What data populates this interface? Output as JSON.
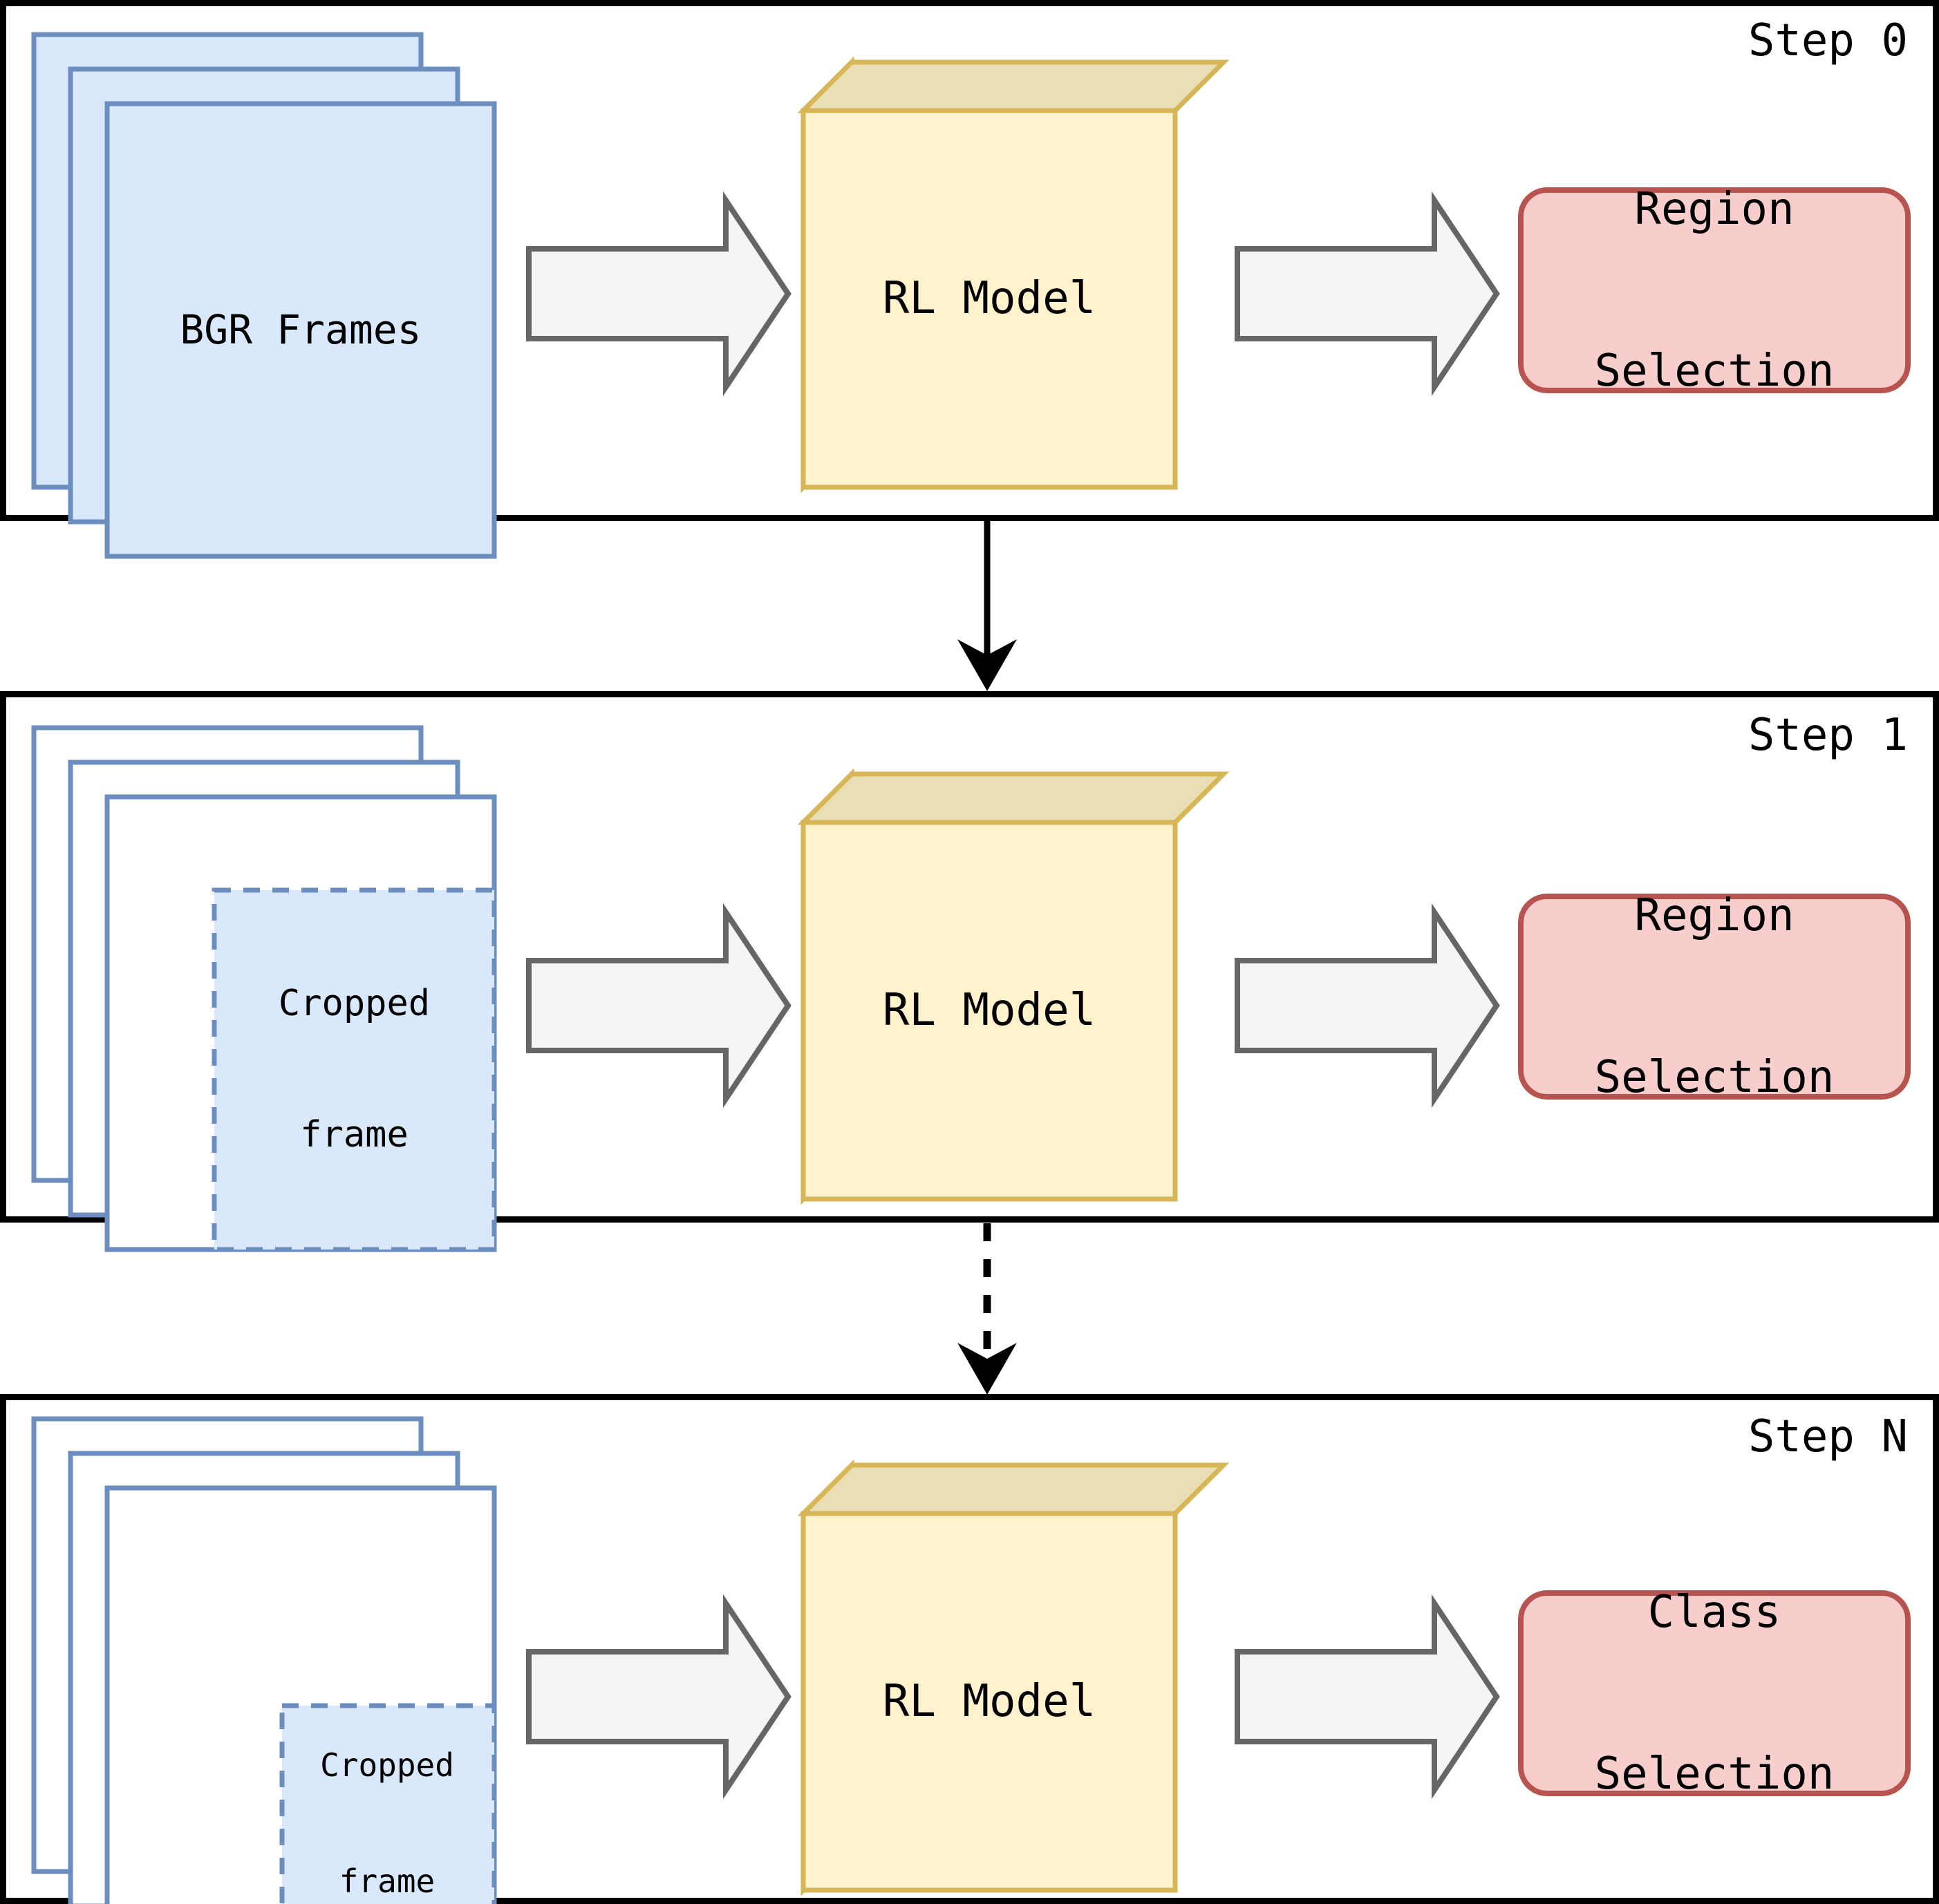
{
  "diagram": {
    "title": "RL Model iterative region/class selection pipeline",
    "colors": {
      "frame_fill": "#dae8fc",
      "frame_stroke": "#6c8ebf",
      "model_fill": "#fff2cc",
      "model_side_fill": "#eadfb4",
      "model_stroke": "#d6b656",
      "selection_fill": "#f8cecc",
      "selection_stroke": "#b85450",
      "arrow_fill": "#f5f5f5",
      "arrow_stroke": "#666666",
      "panel_stroke": "#000000"
    },
    "panels": [
      {
        "id": "step-0",
        "step_label": "Step 0",
        "input_label": "BGR Frames",
        "model_label": "RL Model",
        "output_label": "Region\nSelection",
        "output_line1": "Region",
        "output_line2": "Selection",
        "crop_label": null,
        "frames_filled": true,
        "has_crop": false
      },
      {
        "id": "step-1",
        "step_label": "Step 1",
        "input_label": null,
        "model_label": "RL Model",
        "output_label": "Region\nSelection",
        "output_line1": "Region",
        "output_line2": "Selection",
        "crop_label": "Cropped\nframe",
        "crop_line1": "Cropped",
        "crop_line2": "frame",
        "frames_filled": false,
        "has_crop": true
      },
      {
        "id": "step-n",
        "step_label": "Step N",
        "input_label": null,
        "model_label": "RL Model",
        "output_label": "Class\nSelection",
        "output_line1": "Class",
        "output_line2": "Selection",
        "crop_label": "Cropped\nframe",
        "crop_line1": "Cropped",
        "crop_line2": "frame",
        "frames_filled": false,
        "has_crop": true
      }
    ],
    "connectors": [
      {
        "id": "conn-0-1",
        "from": "step-0",
        "to": "step-1",
        "style": "solid",
        "direction": "down"
      },
      {
        "id": "conn-1-n",
        "from": "step-1",
        "to": "step-n",
        "style": "dashed",
        "direction": "down"
      }
    ]
  }
}
